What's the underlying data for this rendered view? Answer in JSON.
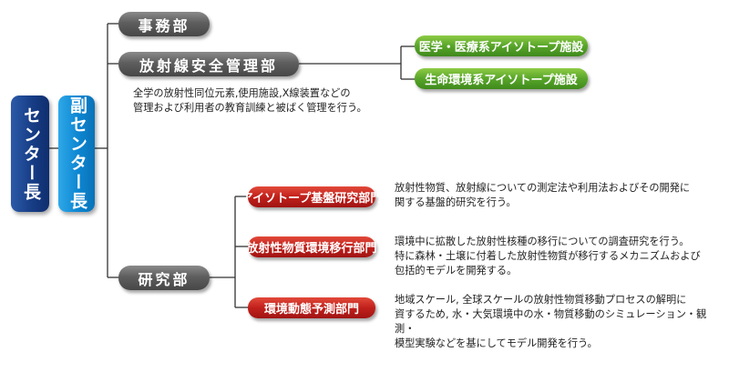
{
  "org": {
    "director": "センター長",
    "deputy": "副センター長",
    "admin_dept": "事務部",
    "radiation_dept": "放射線安全管理部",
    "radiation_desc": "全学の放射性同位元素,使用施設,X線装置などの\n管理および利用者の教育訓練と被ばく管理を行う。",
    "research_dept": "研究部",
    "facilities": {
      "medical": "医学・医療系アイソトープ施設",
      "life_env": "生命環境系アイソトープ施設"
    },
    "divisions": [
      {
        "name": "アイソトープ基盤研究部門",
        "desc": "放射性物質、放射線についての測定法や利用法およびその開発に\n関する基盤的研究を行う。"
      },
      {
        "name": "放射性物質環境移行部門",
        "desc": "環境中に拡散した放射性核種の移行についての調査研究を行う。\n特に森林・土壌に付着した放射性物質が移行するメカニズムおよび\n包括的モデルを開発する。"
      },
      {
        "name": "環境動態予測部門",
        "desc": "地域スケール, 全球スケールの放射性物質移動プロセスの解明に\n資するため, 水・大気環境中の水・物質移動のシミュレーション・観測・\n模型実験などを基にしてモデル開発を行う。"
      }
    ]
  },
  "colors": {
    "director": "#173d86",
    "deputy": "#0d86d2",
    "department": "#5e5e5e",
    "facility": "#58a52a",
    "division": "#c1201b",
    "connector": "#333333"
  }
}
